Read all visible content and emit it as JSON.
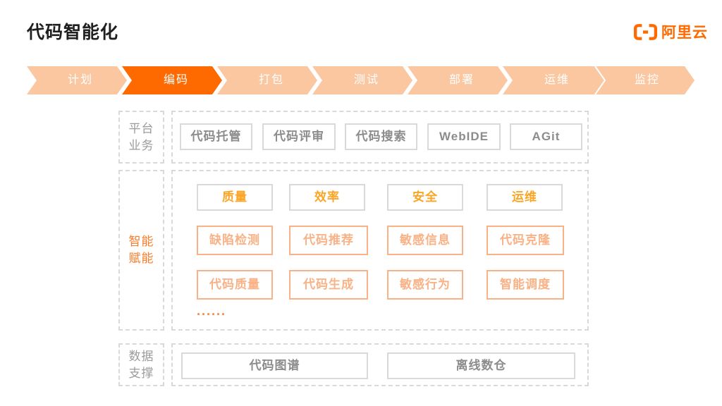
{
  "page": {
    "title": "代码智能化"
  },
  "logo": {
    "text": "阿里云",
    "icon": "alibaba-cloud-brackets"
  },
  "pipeline": {
    "stages": [
      {
        "label": "计划",
        "active": false
      },
      {
        "label": "编码",
        "active": true
      },
      {
        "label": "打包",
        "active": false
      },
      {
        "label": "测试",
        "active": false
      },
      {
        "label": "部署",
        "active": false
      },
      {
        "label": "运维",
        "active": false
      },
      {
        "label": "监控",
        "active": false
      }
    ]
  },
  "sections": {
    "platform": {
      "label_line1": "平台",
      "label_line2": "业务",
      "items": [
        "代码托管",
        "代码评审",
        "代码搜索",
        "WebIDE",
        "AGit"
      ]
    },
    "intelligence": {
      "label_line1": "智能",
      "label_line2": "赋能",
      "categories": [
        "质量",
        "效率",
        "安全",
        "运维"
      ],
      "capabilities": [
        [
          "缺陷检测",
          "代码推荐",
          "敏感信息",
          "代码克隆"
        ],
        [
          "代码质量",
          "代码生成",
          "敏感行为",
          "智能调度"
        ]
      ],
      "ellipsis": "......"
    },
    "data": {
      "label_line1": "数据",
      "label_line2": "支撑",
      "items": [
        "代码图谱",
        "离线数仓"
      ]
    }
  },
  "colors": {
    "accent": "#FF6A00",
    "pipeline_light": "#FAC7A0",
    "category_text": "#FAA525",
    "capability_orange": "#F9B286",
    "intelligence_label": "#FB7B28",
    "muted_text": "#8C8C8C",
    "border_gray": "#D9D9D9"
  }
}
